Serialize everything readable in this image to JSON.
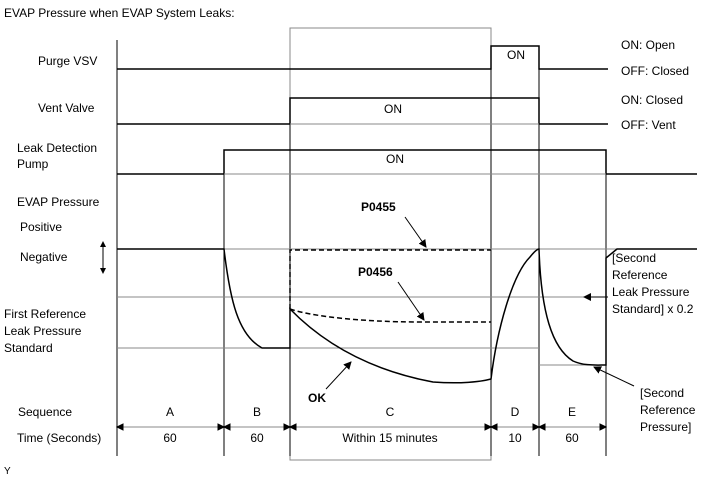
{
  "title": "EVAP Pressure when EVAP System Leaks:",
  "signals": {
    "purge_vsv": "Purge VSV",
    "vent_valve": "Vent Valve",
    "leak_pump_line1": "Leak Detection",
    "leak_pump_line2": "Pump",
    "evap_pressure": "EVAP Pressure",
    "positive": "Positive",
    "negative": "Negative",
    "first_ref_line1": "First Reference",
    "first_ref_line2": "Leak Pressure",
    "first_ref_line3": "Standard",
    "sequence": "Sequence",
    "time": "Time (Seconds)"
  },
  "state_labels": {
    "purge_on": "ON",
    "vent_on": "ON",
    "pump_on": "ON"
  },
  "right_legend": {
    "purge_open": "ON: Open",
    "purge_closed": "OFF: Closed",
    "vent_closed": "ON: Closed",
    "vent_vent": "OFF: Vent",
    "second_ref_std_line1": "[Second",
    "second_ref_std_line2": "Reference",
    "second_ref_std_line3": "Leak Pressure",
    "second_ref_std_line4": "Standard] x 0.2",
    "second_ref_press_line1": "[Second",
    "second_ref_press_line2": "Reference",
    "second_ref_press_line3": "Pressure]"
  },
  "codes": {
    "p0455": "P0455",
    "p0456": "P0456",
    "ok": "OK"
  },
  "sequence_labels": [
    "A",
    "B",
    "C",
    "D",
    "E"
  ],
  "time_labels": [
    "60",
    "60",
    "Within 15 minutes",
    "10",
    "60"
  ],
  "footnote": "Y"
}
